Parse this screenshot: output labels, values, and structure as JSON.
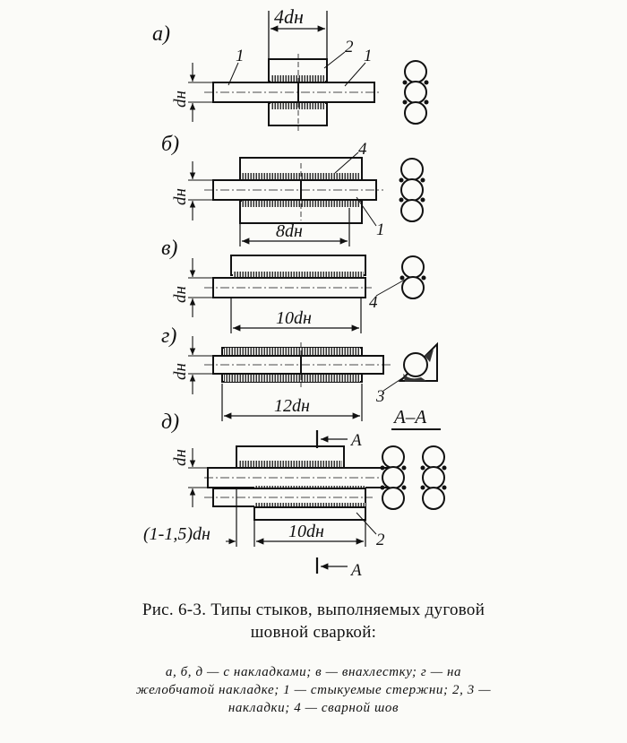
{
  "figure": {
    "panels": [
      {
        "id": "a",
        "letter": "а)",
        "bar_dim": "dн",
        "len_label": "4dн",
        "callouts": [
          "1",
          "2",
          "1"
        ]
      },
      {
        "id": "b",
        "letter": "б)",
        "bar_dim": "dн",
        "len_label": "8dн",
        "callouts": [
          "4",
          "1"
        ]
      },
      {
        "id": "v",
        "letter": "в)",
        "bar_dim": "dн",
        "len_label": "10dн",
        "callouts": [
          "4"
        ]
      },
      {
        "id": "g",
        "letter": "г)",
        "bar_dim": "dн",
        "len_label": "12dн",
        "callouts": [
          "3"
        ]
      },
      {
        "id": "d",
        "letter": "д)",
        "bar_dim": "dн",
        "len_label": "10dн",
        "offset_label": "(1-1,5)dн",
        "callouts": [
          "2"
        ],
        "cut_marker": "A"
      }
    ],
    "section_label": "А–А"
  },
  "caption": {
    "title": "Рис. 6-3. Типы стыков, выполняемых дуговой шовной сваркой:",
    "legend": "а, б, д — с накладками; в — внахлестку; г — на желобчатой накладке; 1 — стыкуемые стержни; 2, 3 — накладки; 4 — сварной шов"
  }
}
